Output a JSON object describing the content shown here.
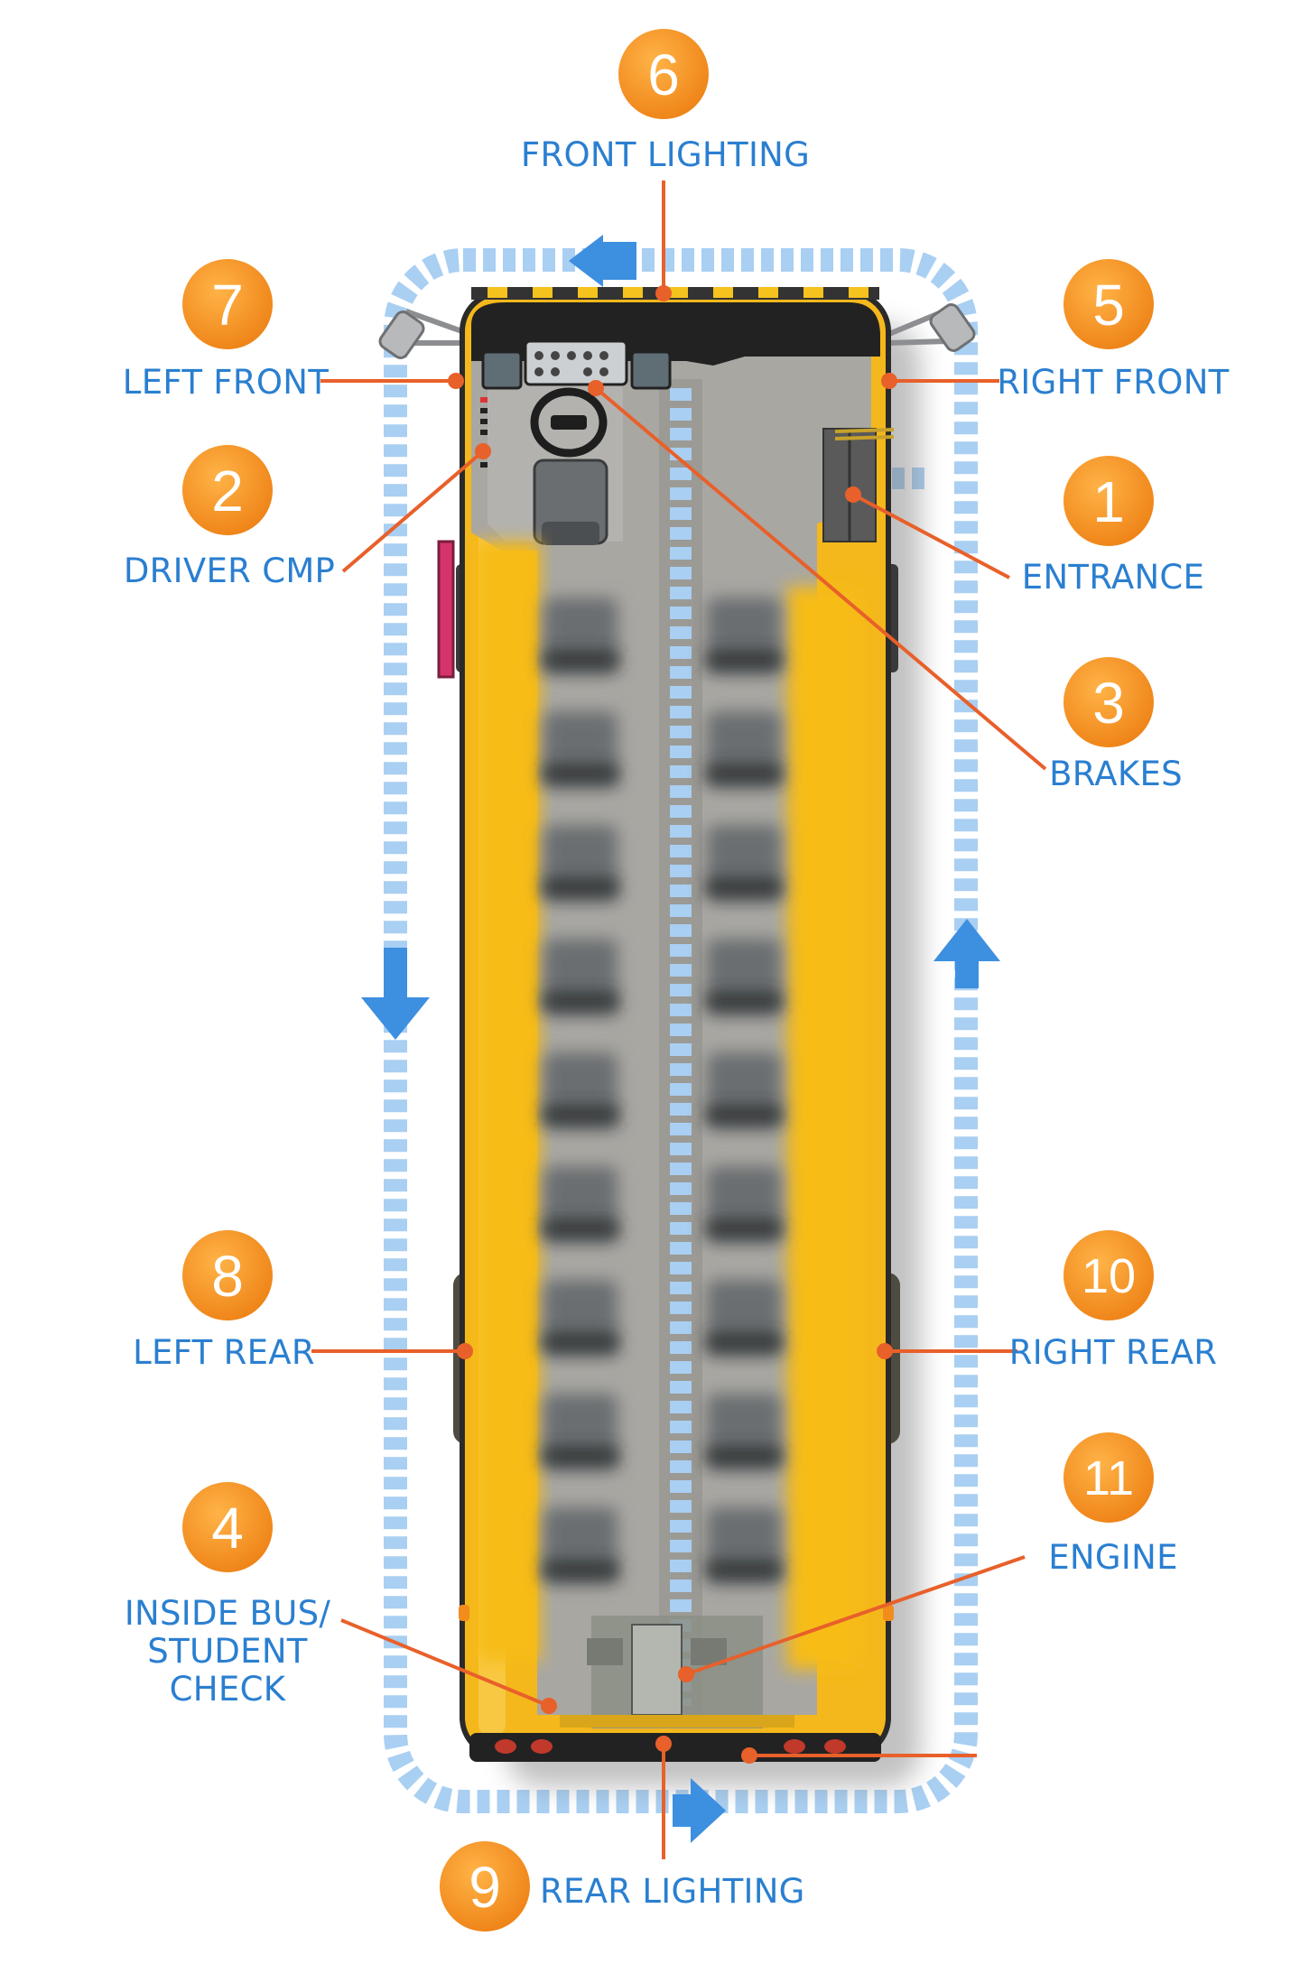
{
  "steps": [
    {
      "number": "1",
      "label": "ENTRANCE"
    },
    {
      "number": "2",
      "label": "DRIVER CMP"
    },
    {
      "number": "3",
      "label": "BRAKES"
    },
    {
      "number": "4",
      "label_lines": [
        "INSIDE BUS/",
        "STUDENT",
        "CHECK"
      ]
    },
    {
      "number": "5",
      "label": "RIGHT FRONT"
    },
    {
      "number": "6",
      "label": "FRONT LIGHTING"
    },
    {
      "number": "7",
      "label": "LEFT FRONT"
    },
    {
      "number": "8",
      "label": "LEFT REAR"
    },
    {
      "number": "9",
      "label": "REAR LIGHTING"
    },
    {
      "number": "10",
      "label": "RIGHT REAR"
    },
    {
      "number": "11",
      "label": "ENGINE"
    }
  ],
  "colors": {
    "badge": "#f28c1c",
    "leader": "#e8602a",
    "label": "#2a7fd0",
    "path": "#a9cff2",
    "arrow": "#3d8fe0",
    "bus": "#f4b81c",
    "floor": "#a9a7a2",
    "seat": "#6b6e71"
  }
}
